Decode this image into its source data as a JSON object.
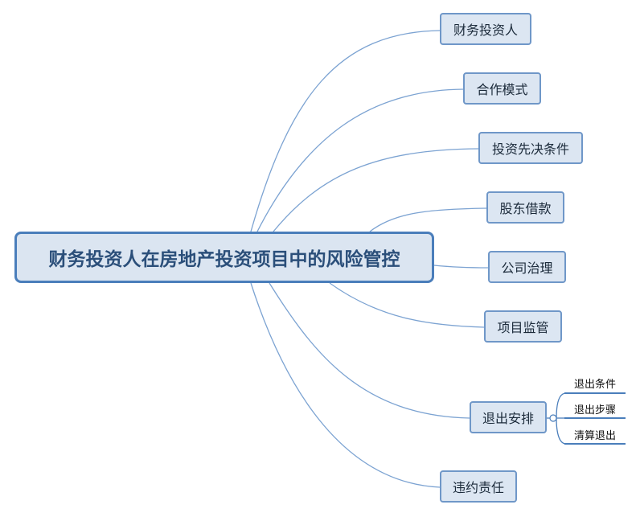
{
  "root": {
    "label": "财务投资人在房地产投资项目中的风险管控"
  },
  "branches": [
    {
      "label": "财务投资人"
    },
    {
      "label": "合作模式"
    },
    {
      "label": "投资先决条件"
    },
    {
      "label": "股东借款"
    },
    {
      "label": "公司治理"
    },
    {
      "label": "项目监管"
    },
    {
      "label": "退出安排",
      "children": [
        "退出条件",
        "退出步骤",
        "清算退出"
      ]
    },
    {
      "label": "违约责任"
    }
  ],
  "colors": {
    "line": "#4a7ebb",
    "node_fill": "#dce6f2",
    "node_border": "#6f97c8"
  }
}
